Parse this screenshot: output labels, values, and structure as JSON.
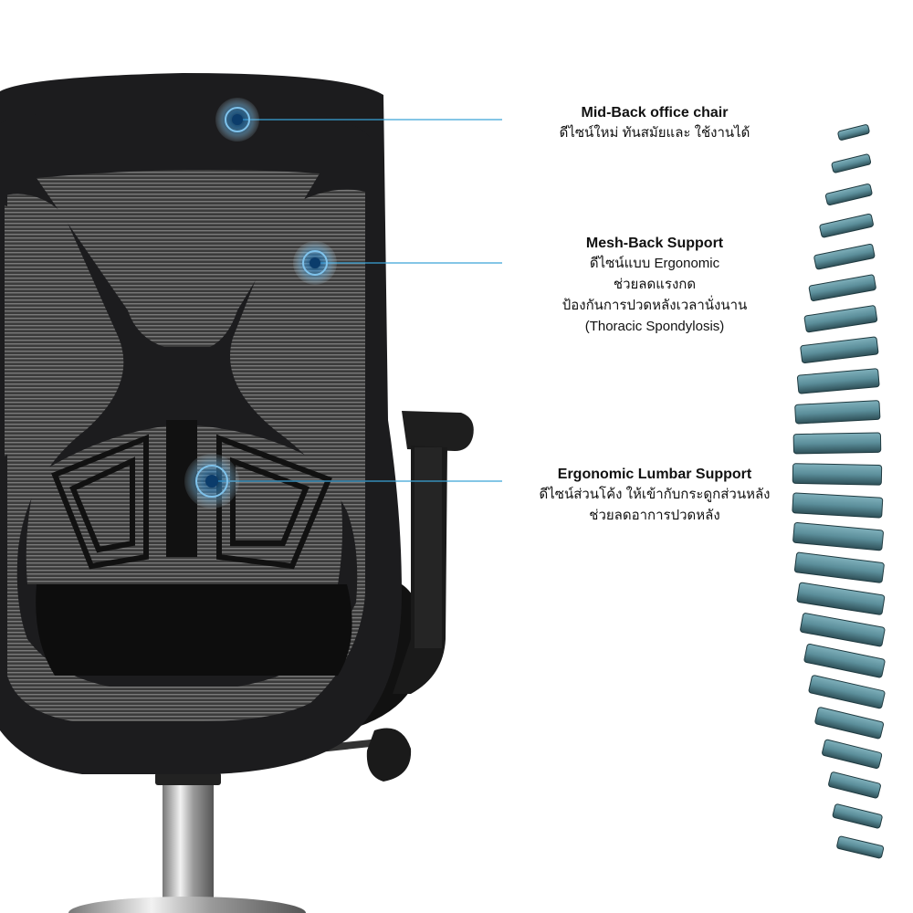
{
  "callouts": [
    {
      "title": "Mid-Back office chair",
      "lines": [
        "ดีไซน์ใหม่ ทันสมัยและ ใช้งานได้"
      ]
    },
    {
      "title": "Mesh-Back Support",
      "lines": [
        "ดีไซน์แบบ Ergonomic",
        "ช่วยลดแรงกด",
        "ป้องกันการปวดหลังเวลานั่งนาน",
        "(Thoracic Spondylosis)"
      ]
    },
    {
      "title": "Ergonomic Lumbar Support",
      "lines": [
        "ดีไซน์ส่วนโค้ง ให้เข้ากับกระดูกส่วนหลัง",
        "ช่วยลดอาการปวดหลัง"
      ]
    }
  ],
  "colors": {
    "frame": "#1c1c1e",
    "mesh": "#5a5a5a",
    "accent_line": "#3aa3d8",
    "marker": "#2a8fd0",
    "spine": "#5b8e9a",
    "chrome": "#c9c9c9"
  },
  "spine_vertebra_count": 24
}
